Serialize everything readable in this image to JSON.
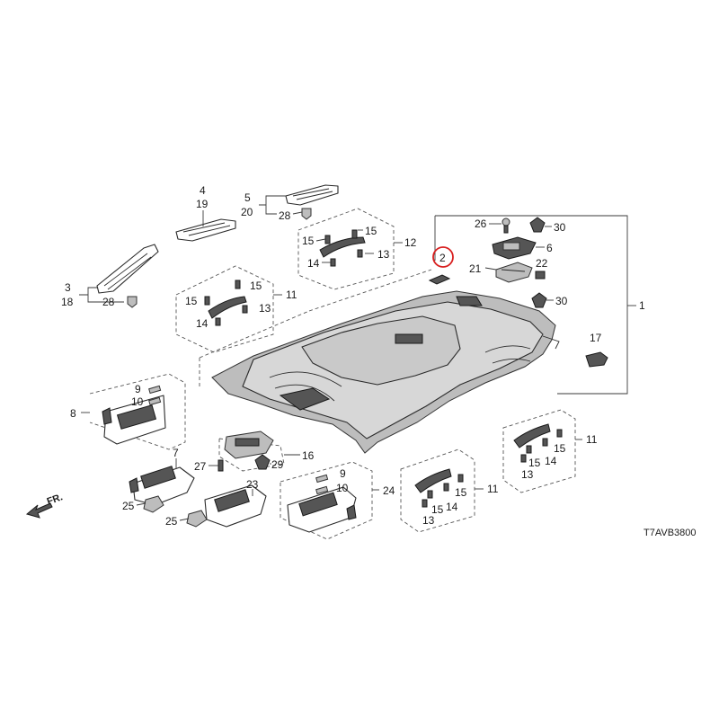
{
  "diagram": {
    "code": "T7AVB3800",
    "direction_label": "FR.",
    "highlight_color": "#d81f1f",
    "highlighted_part": "2",
    "callouts": {
      "p4": "4",
      "p19": "19",
      "p5": "5",
      "p20": "20",
      "p28a": "28",
      "p3": "3",
      "p18": "18",
      "p28b": "28",
      "p12": "12",
      "p15a": "15",
      "p15b": "15",
      "p14a": "14",
      "p13a": "13",
      "p11a": "11",
      "p15c": "15",
      "p15d": "15",
      "p13b": "13",
      "p14b": "14",
      "p2": "2",
      "p26": "26",
      "p30a": "30",
      "p6": "6",
      "p22": "22",
      "p21": "21",
      "p30b": "30",
      "p1": "1",
      "p17": "17",
      "p8": "8",
      "p9a": "9",
      "p10a": "10",
      "p7": "7",
      "p27": "27",
      "p29": "29",
      "p16": "16",
      "p25a": "25",
      "p25b": "25",
      "p23": "23",
      "p9b": "9",
      "p10b": "10",
      "p24": "24",
      "p11b": "11",
      "p15e": "15",
      "p15f": "15",
      "p14c": "14",
      "p13c": "13",
      "p11c": "11",
      "p15g": "15",
      "p15h": "15",
      "p14d": "14",
      "p13d": "13"
    }
  }
}
